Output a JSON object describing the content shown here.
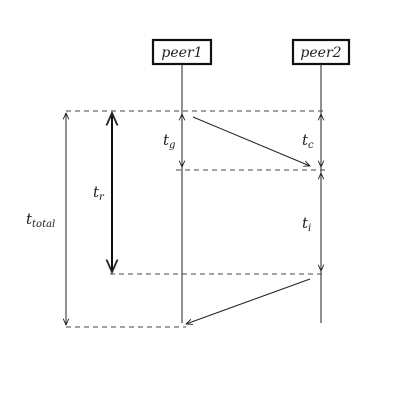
{
  "participants": [
    {
      "id": "peer1",
      "label": "peer1"
    },
    {
      "id": "peer2",
      "label": "peer2"
    }
  ],
  "intervals": {
    "t_g": {
      "base": "t",
      "sub": "g"
    },
    "t_c": {
      "base": "t",
      "sub": "c"
    },
    "t_i": {
      "base": "t",
      "sub": "i"
    },
    "t_r": {
      "base": "t",
      "sub": "r"
    },
    "t_total": {
      "base": "t",
      "sub": "total"
    }
  }
}
